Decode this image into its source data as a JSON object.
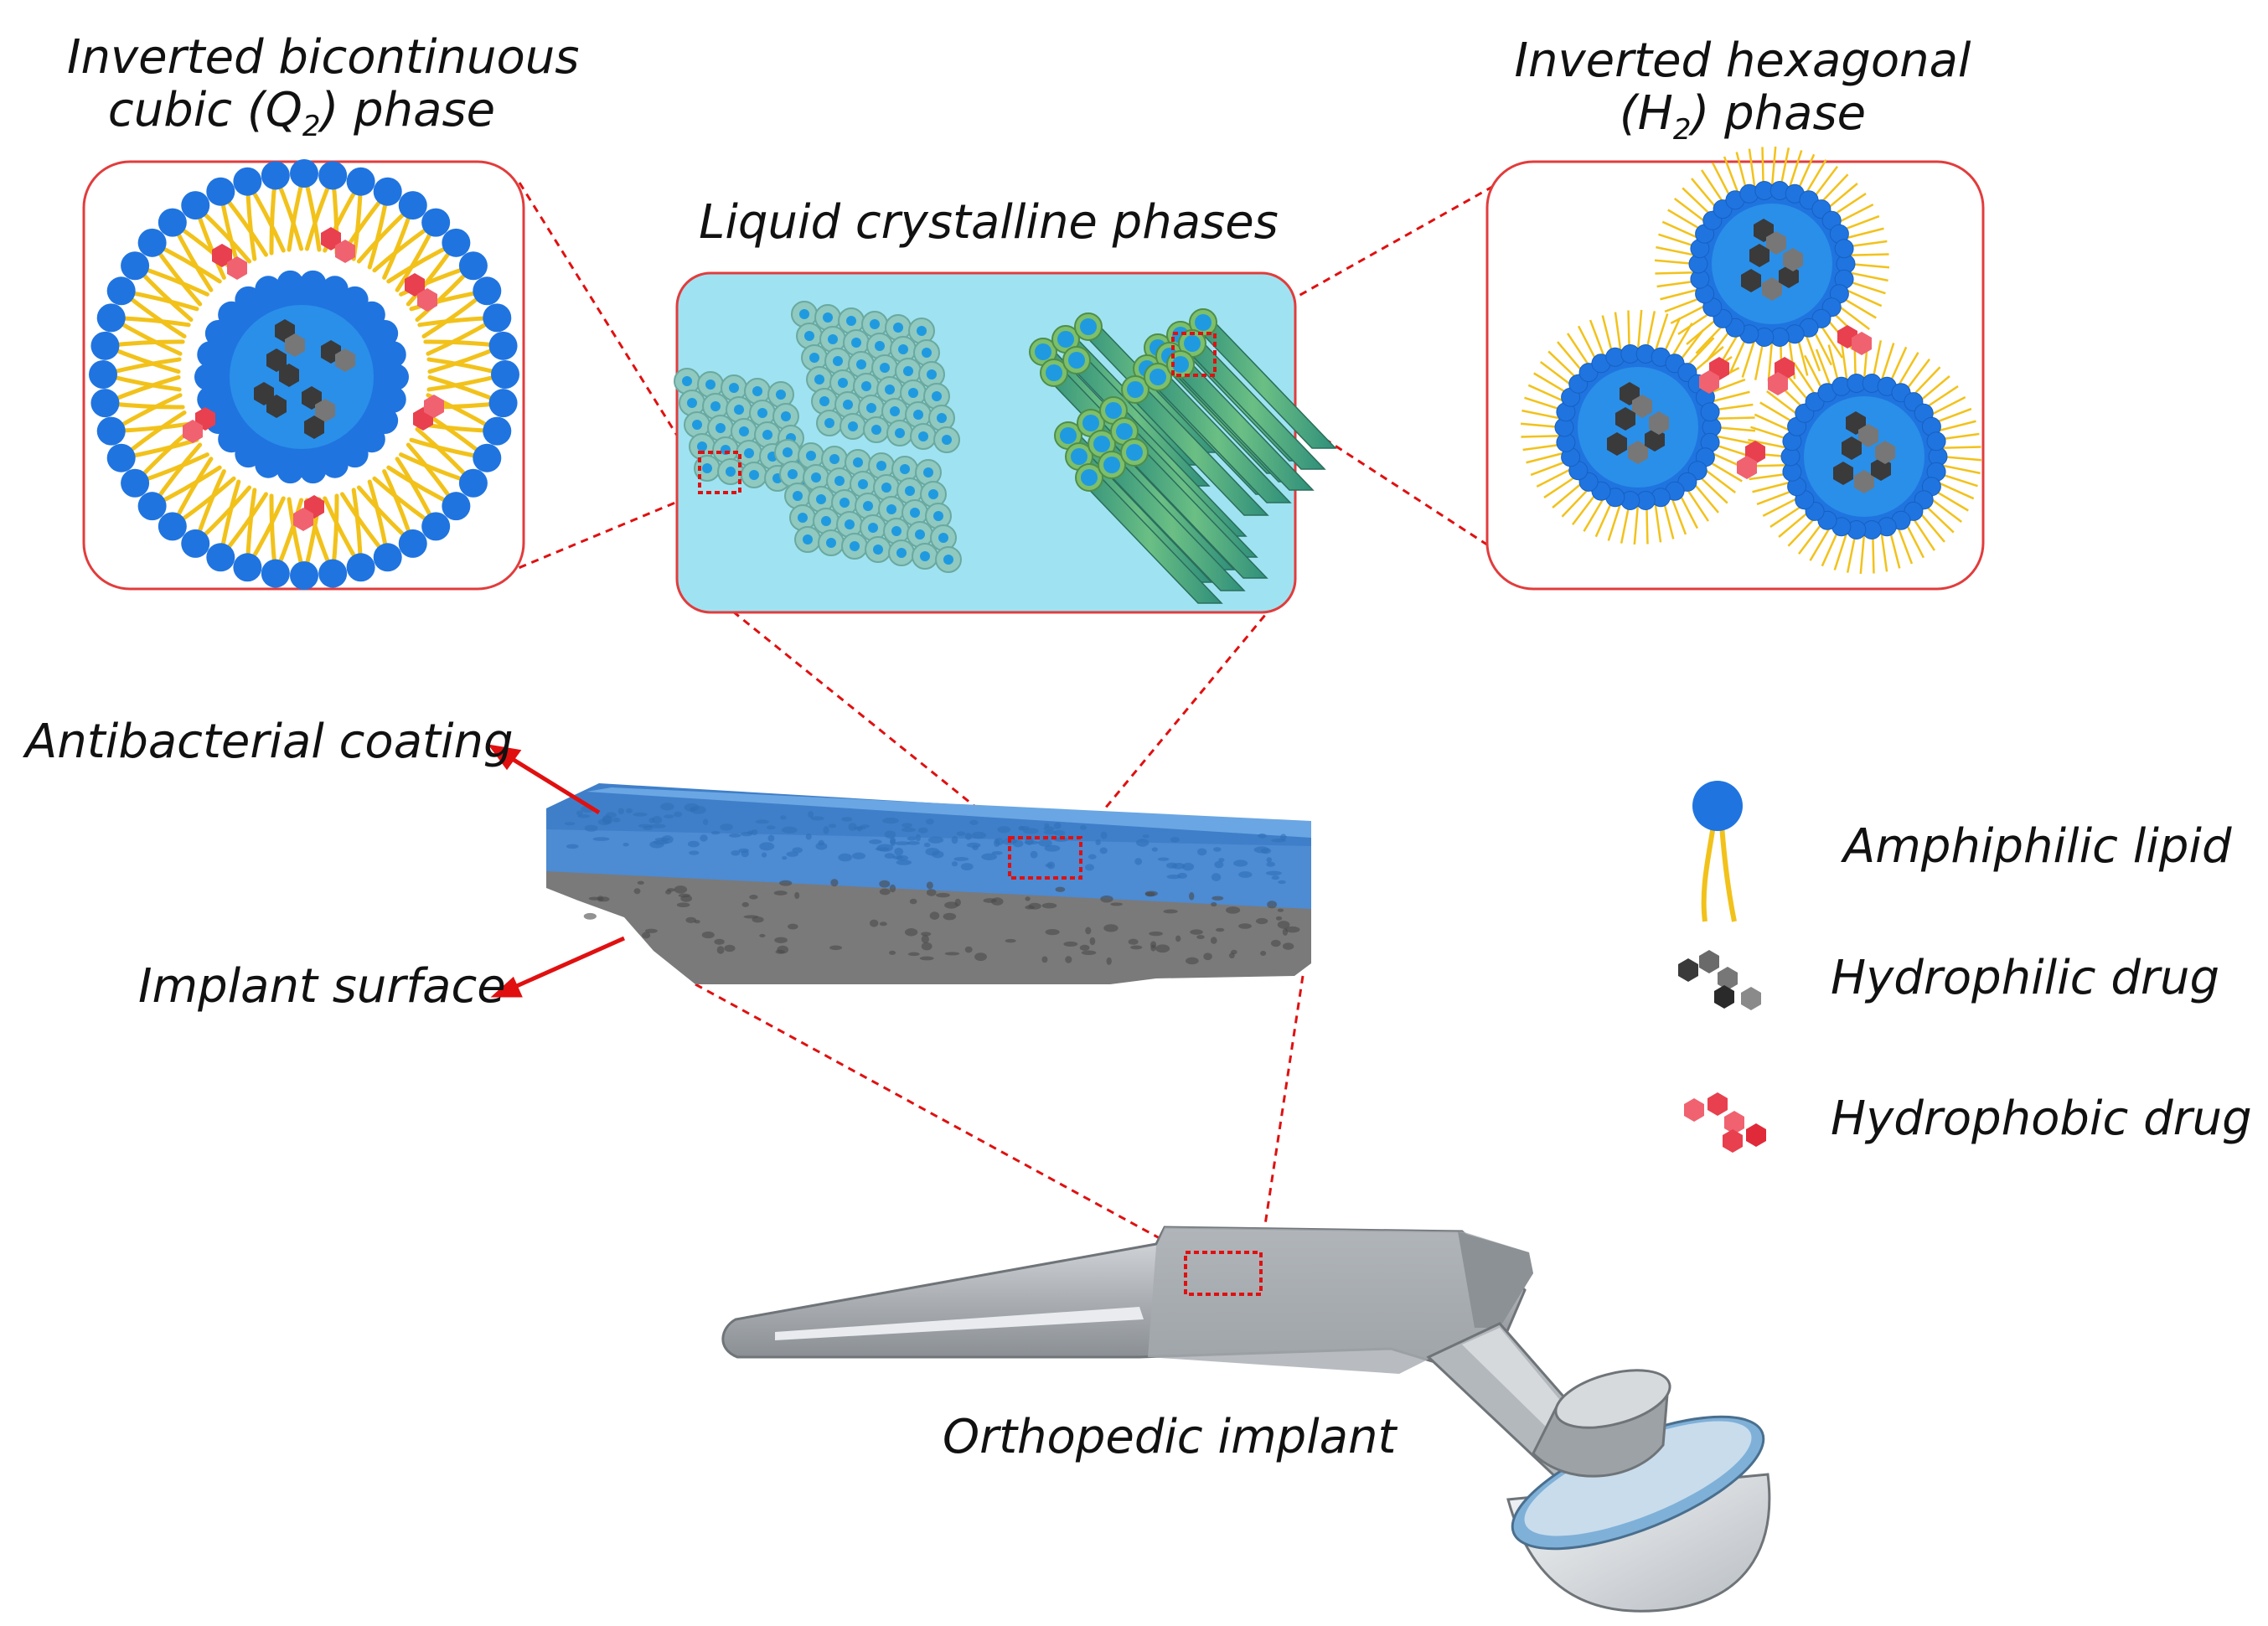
{
  "labels": {
    "cubic_phase_line1": "Inverted bicontinuous",
    "cubic_phase_line2_pre": "cubic (Q",
    "cubic_phase_sub": "2",
    "cubic_phase_line2_post": ") phase",
    "lc_phases": "Liquid crystalline phases",
    "hex_phase_line1": "Inverted hexagonal",
    "hex_phase_line2_pre": "(H",
    "hex_phase_sub": "2",
    "hex_phase_line2_post": ") phase",
    "coating": "Antibacterial coating",
    "implant_surface": "Implant surface",
    "implant": "Orthopedic implant"
  },
  "legend": {
    "lipid": "Amphiphilic lipid",
    "hydrophilic": "Hydrophilic drug",
    "hydrophobic": "Hydrophobic drug"
  },
  "colors": {
    "lipid_head": "#1f74e0",
    "lipid_tail": "#f2c21b",
    "hydrophilic_drug": "#3a3a3a",
    "hydrophobic_drug": "#e8404e",
    "panel_border": "#e23c3c",
    "lc_background": "#9fe3f2",
    "coating": "#4d8bd3",
    "implant_layer": "#7a7a7a",
    "connector": "#e01010"
  }
}
